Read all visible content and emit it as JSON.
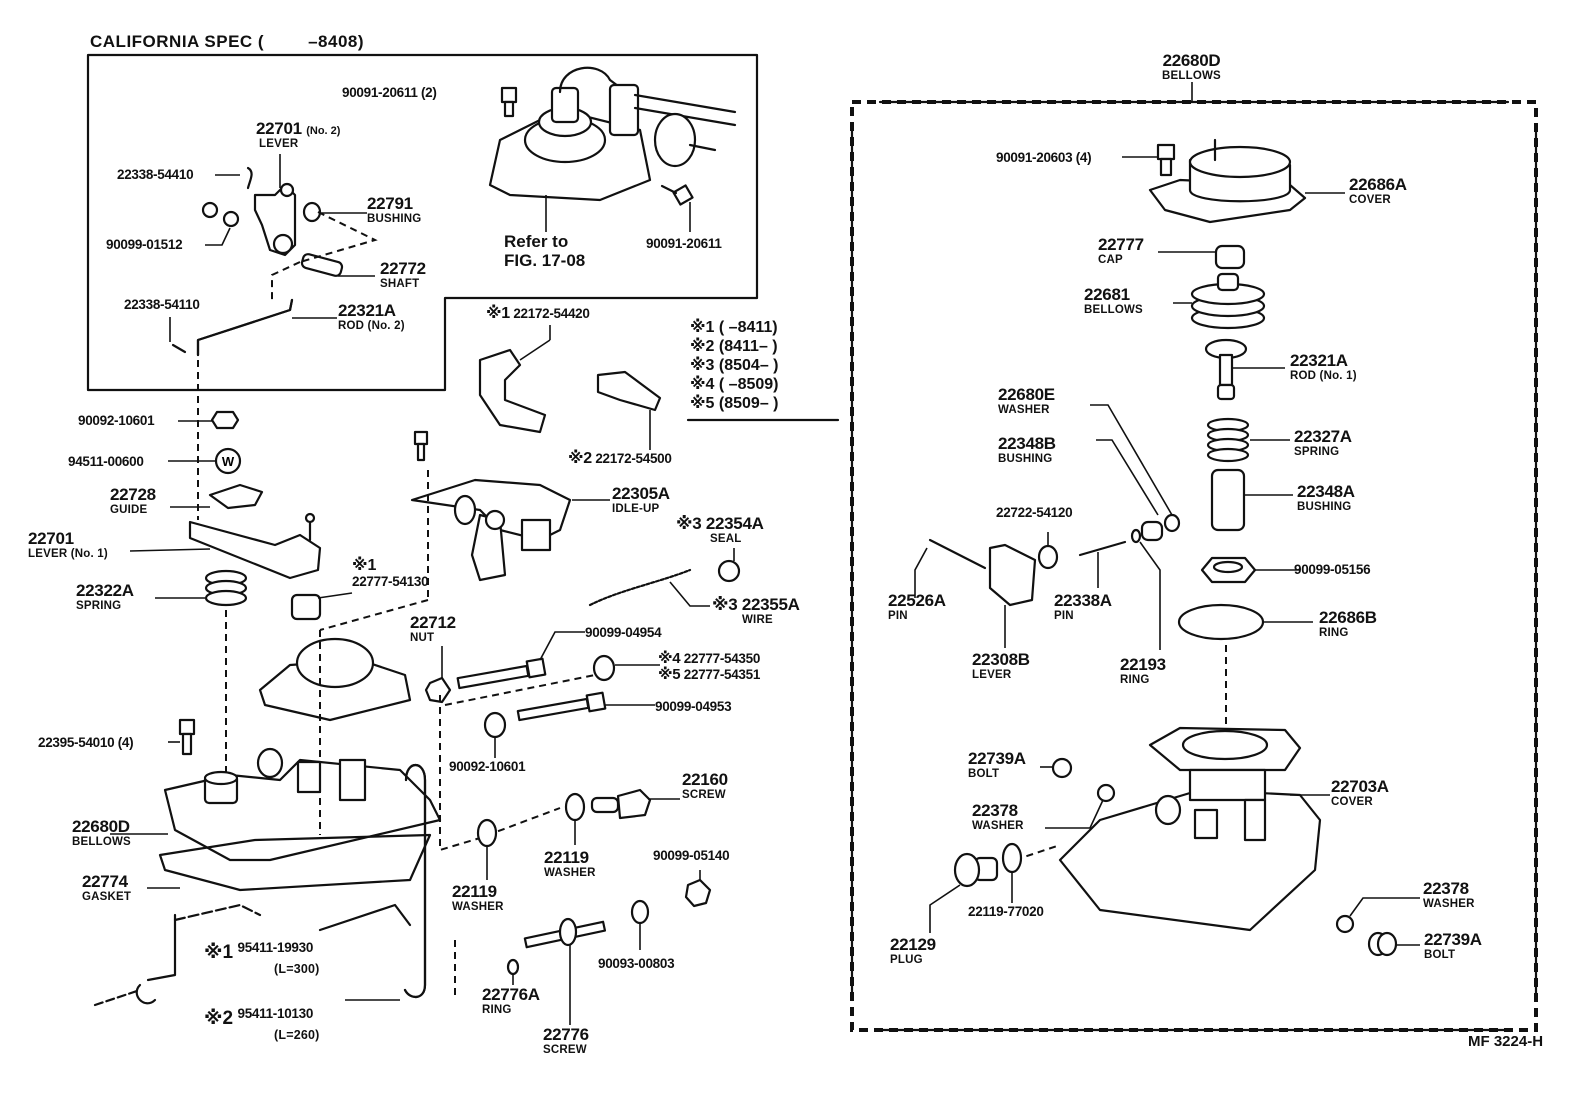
{
  "header": {
    "title": "CALIFORNIA SPEC (",
    "title_range": "–8408)"
  },
  "footer": {
    "code": "MF  3224-H"
  },
  "legend": [
    {
      "mark": "※1",
      "range": "(       –8411)"
    },
    {
      "mark": "※2",
      "range": "(8411–       )"
    },
    {
      "mark": "※3",
      "range": "(8504–       )"
    },
    {
      "mark": "※4",
      "range": "(       –8509)"
    },
    {
      "mark": "※5",
      "range": "(8509–       )"
    }
  ],
  "california_box": {
    "parts": [
      {
        "id": "bolt-top",
        "number": "90091-20611 (2)",
        "name": ""
      },
      {
        "id": "lever-no2",
        "number": "22701",
        "suffix": "(No. 2)",
        "name": "LEVER"
      },
      {
        "id": "clip-top",
        "number": "22338-54410",
        "name": ""
      },
      {
        "id": "bushing",
        "number": "22791",
        "name": "BUSHING"
      },
      {
        "id": "nut-washer",
        "number": "90099-01512",
        "name": ""
      },
      {
        "id": "shaft",
        "number": "22772",
        "name": "SHAFT"
      },
      {
        "id": "clip-rod",
        "number": "22338-54110",
        "name": ""
      },
      {
        "id": "rod-no2",
        "number": "22321A",
        "name": "ROD (No. 2)"
      },
      {
        "id": "refer",
        "number": "Refer to",
        "name": "FIG. 17-08"
      },
      {
        "id": "bolt-right",
        "number": "90091-20611",
        "name": ""
      }
    ]
  },
  "main_assembly": {
    "parts": [
      {
        "id": "bracket1",
        "mark": "※1",
        "number": "22172-54420",
        "name": ""
      },
      {
        "id": "bracket2",
        "mark": "※2",
        "number": "22172-54500",
        "name": ""
      },
      {
        "id": "nut-top",
        "number": "90092-10601",
        "name": ""
      },
      {
        "id": "washer-w",
        "number": "94511-00600",
        "name": ""
      },
      {
        "id": "guide",
        "number": "22728",
        "name": "GUIDE"
      },
      {
        "id": "lever-no1",
        "number": "22701",
        "name": "LEVER (No. 1)"
      },
      {
        "id": "idle-up",
        "number": "22305A",
        "name": "IDLE-UP"
      },
      {
        "id": "seal",
        "mark": "※3",
        "number": "22354A",
        "name": "SEAL"
      },
      {
        "id": "spring",
        "number": "22322A",
        "name": "SPRING"
      },
      {
        "id": "cap1",
        "mark": "※1",
        "number": "22777-54130",
        "name": ""
      },
      {
        "id": "wire",
        "mark": "※3",
        "number": "22355A",
        "name": "WIRE"
      },
      {
        "id": "nut",
        "number": "22712",
        "name": "NUT"
      },
      {
        "id": "screw-top",
        "number": "90099-04954",
        "name": ""
      },
      {
        "id": "cap4",
        "mark": "※4",
        "number": "22777-54350",
        "name": ""
      },
      {
        "id": "cap5",
        "mark": "※5",
        "number": "22777-54351",
        "name": ""
      },
      {
        "id": "screw-mid",
        "number": "90099-04953",
        "name": ""
      },
      {
        "id": "bolt4",
        "number": "22395-54010 (4)",
        "name": ""
      },
      {
        "id": "nut-mid",
        "number": "90092-10601",
        "name": ""
      },
      {
        "id": "screw",
        "number": "22160",
        "name": "SCREW"
      },
      {
        "id": "bellows",
        "number": "22680D",
        "name": "BELLOWS"
      },
      {
        "id": "washer-a",
        "number": "22119",
        "name": "WASHER"
      },
      {
        "id": "nut-b",
        "number": "90099-05140",
        "name": ""
      },
      {
        "id": "gasket",
        "number": "22774",
        "name": "GASKET"
      },
      {
        "id": "washer-b",
        "number": "22119",
        "name": "WASHER"
      },
      {
        "id": "washer-c",
        "number": "90093-00803",
        "name": ""
      },
      {
        "id": "hose1",
        "mark": "※1",
        "number": "95411-19930",
        "name": "(L=300)"
      },
      {
        "id": "hose2",
        "mark": "※2",
        "number": "95411-10130",
        "name": "(L=260)"
      },
      {
        "id": "ring",
        "number": "22776A",
        "name": "RING"
      },
      {
        "id": "screw-b",
        "number": "22776",
        "name": "SCREW"
      }
    ]
  },
  "bellows_box": {
    "title_number": "22680D",
    "title_name": "BELLOWS",
    "parts": [
      {
        "id": "bolt4",
        "number": "90091-20603 (4)",
        "name": ""
      },
      {
        "id": "cover-top",
        "number": "22686A",
        "name": "COVER"
      },
      {
        "id": "cap",
        "number": "22777",
        "name": "CAP"
      },
      {
        "id": "bellows",
        "number": "22681",
        "name": "BELLOWS"
      },
      {
        "id": "rod-no1",
        "number": "22321A",
        "name": "ROD (No. 1)"
      },
      {
        "id": "washer-e",
        "number": "22680E",
        "name": "WASHER"
      },
      {
        "id": "spring",
        "number": "22327A",
        "name": "SPRING"
      },
      {
        "id": "bushing-b",
        "number": "22348B",
        "name": "BUSHING"
      },
      {
        "id": "bushing-a",
        "number": "22348A",
        "name": "BUSHING"
      },
      {
        "id": "lever-part",
        "number": "22722-54120",
        "name": ""
      },
      {
        "id": "nut",
        "number": "90099-05156",
        "name": ""
      },
      {
        "id": "pin-a",
        "number": "22526A",
        "name": "PIN"
      },
      {
        "id": "pin-b",
        "number": "22338A",
        "name": "PIN"
      },
      {
        "id": "ring-b",
        "number": "22686B",
        "name": "RING"
      },
      {
        "id": "lever-b",
        "number": "22308B",
        "name": "LEVER"
      },
      {
        "id": "ring-c",
        "number": "22193",
        "name": "RING"
      },
      {
        "id": "bolt-a",
        "number": "22739A",
        "name": "BOLT"
      },
      {
        "id": "cover-body",
        "number": "22703A",
        "name": "COVER"
      },
      {
        "id": "washer-a",
        "number": "22378",
        "name": "WASHER"
      },
      {
        "id": "washer-77",
        "number": "22119-77020",
        "name": ""
      },
      {
        "id": "plug",
        "number": "22129",
        "name": "PLUG"
      },
      {
        "id": "washer-r",
        "number": "22378",
        "name": "WASHER"
      },
      {
        "id": "bolt-r",
        "number": "22739A",
        "name": "BOLT"
      }
    ]
  }
}
